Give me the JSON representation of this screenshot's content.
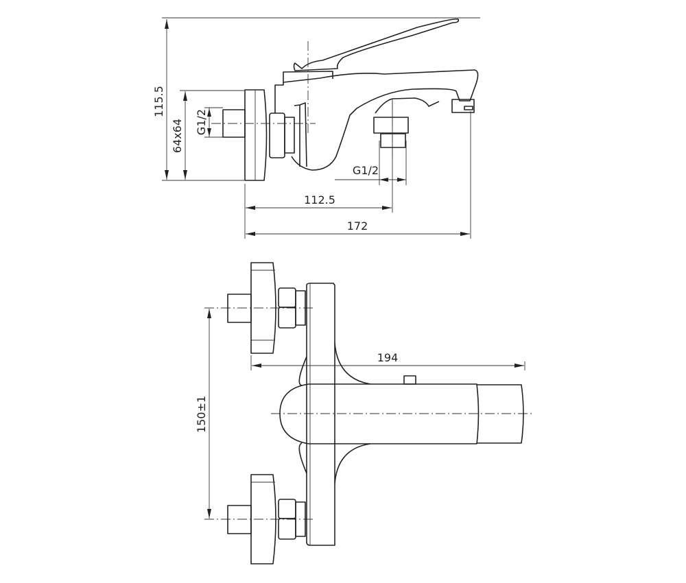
{
  "drawing": {
    "side_view": {
      "dimensions": {
        "total_height": "115.5",
        "flange_size": "64x64",
        "inlet_thread": "G1/2",
        "outlet_thread": "G1/2",
        "outlet_offset": "112.5",
        "spout_projection": "172"
      }
    },
    "top_view": {
      "dimensions": {
        "spout_length": "194",
        "inlet_spacing": "150±1"
      }
    }
  }
}
